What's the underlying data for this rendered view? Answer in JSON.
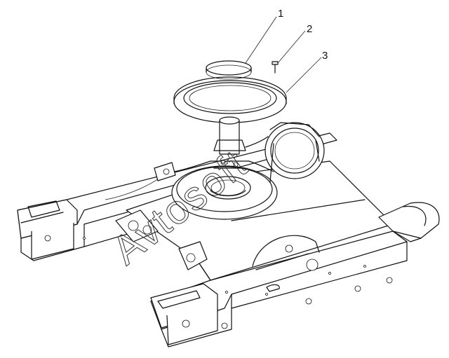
{
  "diagram": {
    "callouts": [
      {
        "label": "1"
      },
      {
        "label": "2"
      },
      {
        "label": "3"
      }
    ],
    "watermark": "Avtosoft",
    "line_color": "#111111",
    "background_color": "#ffffff"
  }
}
